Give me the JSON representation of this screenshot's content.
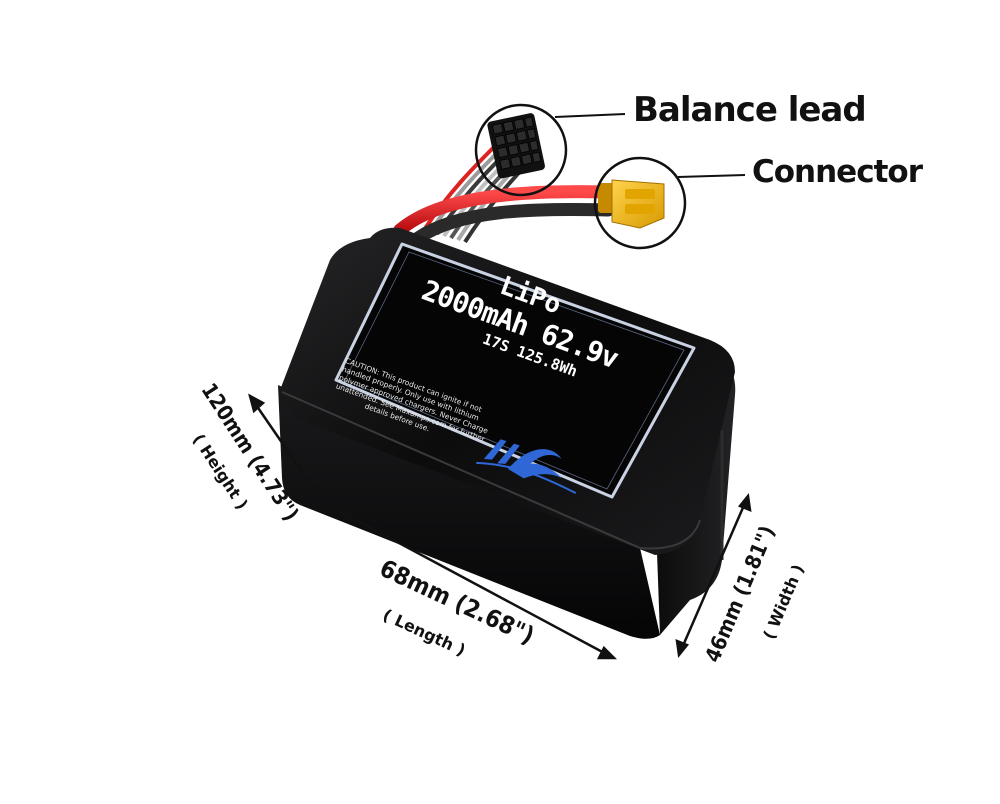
{
  "callouts": {
    "balance_lead": "Balance lead",
    "connector": "Connector"
  },
  "label": {
    "chemistry": "LiPo",
    "capacity_voltage": "2000mAh 62.9v",
    "cells_energy": "17S 125.8Wh",
    "caution": [
      "CAUTION: This product can ignite if not",
      "handled properly. Only use with lithium",
      "polymer approved chargers. Never Charge",
      "unattended. See Maxamps.com for further",
      "details before use."
    ]
  },
  "dimensions": {
    "height_value": "120mm (4.73\")",
    "height_name": "( Height )",
    "length_value": "68mm (2.68\")",
    "length_name": "( Length )",
    "width_value": "46mm (1.81\")",
    "width_name": "( Width )"
  },
  "colors": {
    "battery_body": "#0d0d0e",
    "label_border": "#c9d2e3",
    "connector_yellow": "#f2b313",
    "wire_red": "#d8171c",
    "logo_blue": "#2f68d6"
  }
}
